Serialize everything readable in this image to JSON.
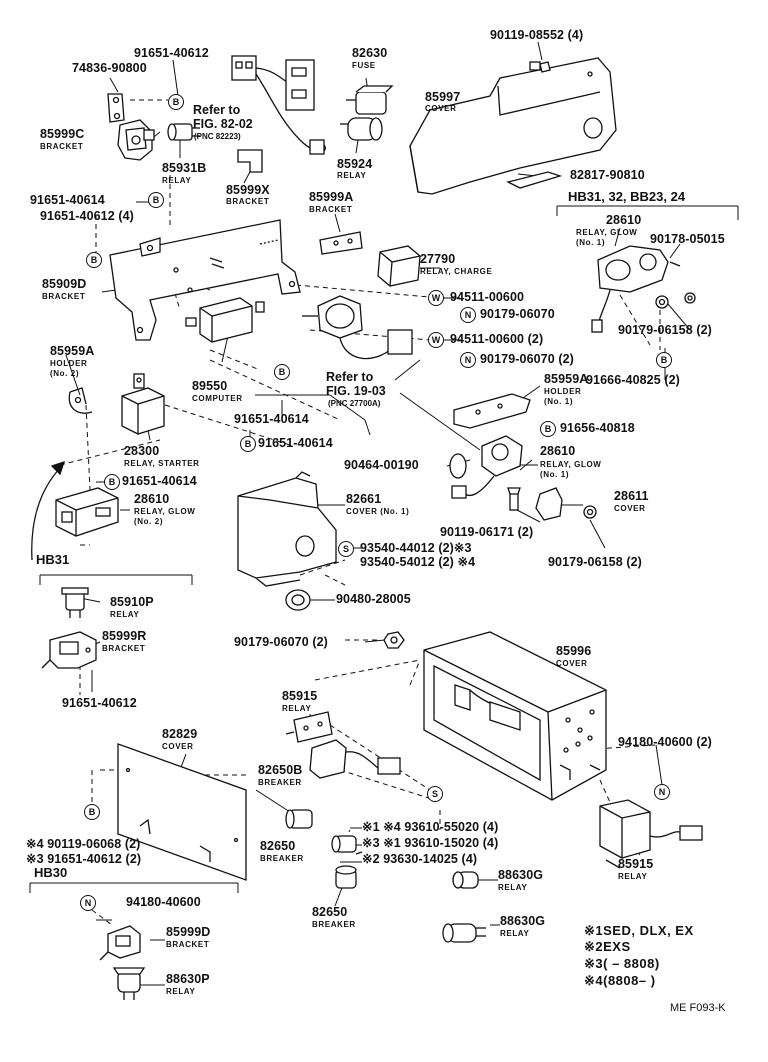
{
  "markers": {
    "b": "B",
    "n": "N",
    "w": "W",
    "s": "S"
  },
  "labels": {
    "p74836": "74836-90800",
    "p91651_40612_top": "91651-40612",
    "p82630": "82630",
    "p82630_l": "FUSE",
    "p90119_08552": "90119-08552 (4)",
    "ref1a": "Refer to",
    "ref1b": "FIG. 82-02",
    "ref1c": "(PNC 82223)",
    "p85999c": "85999C",
    "p85999c_l": "BRACKET",
    "p85931b": "85931B",
    "p85931b_l": "RELAY",
    "p85997": "85997",
    "p85997_l": "COVER",
    "p85924": "85924",
    "p85924_l": "RELAY",
    "p85999x": "85999X",
    "p85999x_l": "BRACKET",
    "p82817": "82817-90810",
    "p91651_40614_a": "91651-40614",
    "p91651_40612_4": "91651-40612 (4)",
    "p85999a": "85999A",
    "p85999a_l": "BRACKET",
    "hb31_top": "HB31, 32, BB23, 24",
    "p28610_1": "28610",
    "p28610_1_l1": "RELAY, GLOW",
    "p28610_1_l2": "(No. 1)",
    "p90178": "90178-05015",
    "p27790": "27790",
    "p27790_l": "RELAY, CHARGE",
    "p85909d": "85909D",
    "p85909d_l": "BRACKET",
    "p94511_a": "94511-00600",
    "p90179_06070_a": "90179-06070",
    "p90179_06158_a": "90179-06158 (2)",
    "p94511_b": "94511-00600 (2)",
    "p85959a_l": "85959A",
    "p85959a_l_l1": "HOLDER",
    "p85959a_l_l2": "(No. 2)",
    "p90179_06070_b": "90179-06070 (2)",
    "p91666": "91666-40825 (2)",
    "ref2a": "Refer to",
    "ref2b": "FIG. 19-03",
    "ref2c": "(PNC 27700A)",
    "p89550": "89550",
    "p89550_l": "COMPUTER",
    "p85959a_r": "85959A",
    "p85959a_r_l1": "HOLDER",
    "p85959a_r_l2": "(No. 1)",
    "p91651_40614_b": "91651-40614",
    "p91656": "91656-40818",
    "p91651_40614_c": "91651-40614",
    "p28300": "28300",
    "p28300_l": "RELAY, STARTER",
    "p28610_r": "28610",
    "p28610_r_l1": "RELAY, GLOW",
    "p28610_r_l2": "(No. 1)",
    "p90464": "90464-00190",
    "p91651_40614_d": "91651-40614",
    "p28610_2": "28610",
    "p28610_2_l1": "RELAY, GLOW",
    "p28610_2_l2": "(No. 2)",
    "p82661": "82661",
    "p82661_l": "COVER (No. 1)",
    "p28611": "28611",
    "p28611_l": "COVER",
    "p90119_06171": "90119-06171 (2)",
    "p90179_06158_b": "90179-06158 (2)",
    "hb31": "HB31",
    "p93540_a": "93540-44012 (2)※3",
    "p93540_b": "93540-54012 (2) ※4",
    "p85910p": "85910P",
    "p85910p_l": "RELAY",
    "p90480": "90480-28005",
    "p85999r": "85999R",
    "p85999r_l": "BRACKET",
    "p90179_06070_c": "90179-06070 (2)",
    "p85996": "85996",
    "p85996_l": "COVER",
    "p91651_40612_b": "91651-40612",
    "p85915_a": "85915",
    "p85915_a_l": "RELAY",
    "p82829": "82829",
    "p82829_l": "COVER",
    "p94180_a": "94180-40600 (2)",
    "p82650b": "82650B",
    "p82650b_l": "BREAKER",
    "p90119_06068": "※4 90119-06068 (2)",
    "p91651_40612_c": "※3 91651-40612 (2)",
    "p82650_a": "82650",
    "p82650_a_l": "BREAKER",
    "p93610_55020": "※1 ※4 93610-55020 (4)",
    "p93610_15020": "※3 ※1 93610-15020 (4)",
    "p93630": "※2 93630-14025 (4)",
    "hb30": "HB30",
    "p94180_b": "94180-40600",
    "p88630g_a": "88630G",
    "p88630g_a_l": "RELAY",
    "p85915_b": "85915",
    "p85915_b_l": "RELAY",
    "p82650_b": "82650",
    "p82650_b_l": "BREAKER",
    "p85999d": "85999D",
    "p85999d_l": "BRACKET",
    "p88630g_b": "88630G",
    "p88630g_b_l": "RELAY",
    "p88630p": "88630P",
    "p88630p_l": "RELAY"
  },
  "notes": [
    {
      "mark": "※1",
      "text": "SED, DLX, EX"
    },
    {
      "mark": "※2",
      "text": "EXS"
    },
    {
      "mark": "※3",
      "text": "(      – 8808)"
    },
    {
      "mark": "※4",
      "text": "(8808–       )"
    }
  ],
  "footer": "ME F093-K"
}
